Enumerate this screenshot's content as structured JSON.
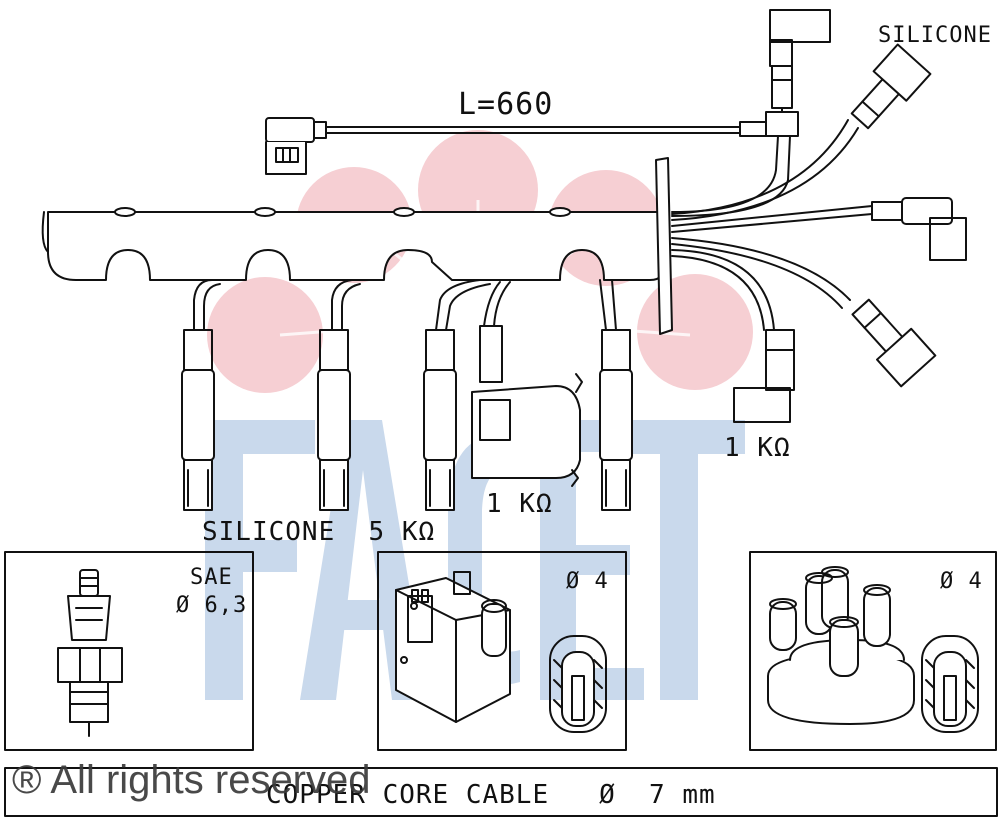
{
  "labels": {
    "length": "L=660",
    "silicone_top": "SILICONE",
    "resist_right": "1 KΩ",
    "resist_coil": "1 KΩ",
    "silicone_bottom": "SILICONE  5 KΩ",
    "sae_line1": "SAE",
    "sae_line2": "Ø 6,3",
    "coil_dia": "Ø 4",
    "cap_dia": "Ø 4",
    "cable": "COPPER CORE CABLE   Ø  7 mm"
  },
  "watermark": {
    "text": "FACET",
    "circle_color": "#f6cfd3",
    "letter_color": "#c9d9ec"
  },
  "copyright": "® All rights reserved",
  "colors": {
    "line": "#111111",
    "background": "#ffffff"
  }
}
